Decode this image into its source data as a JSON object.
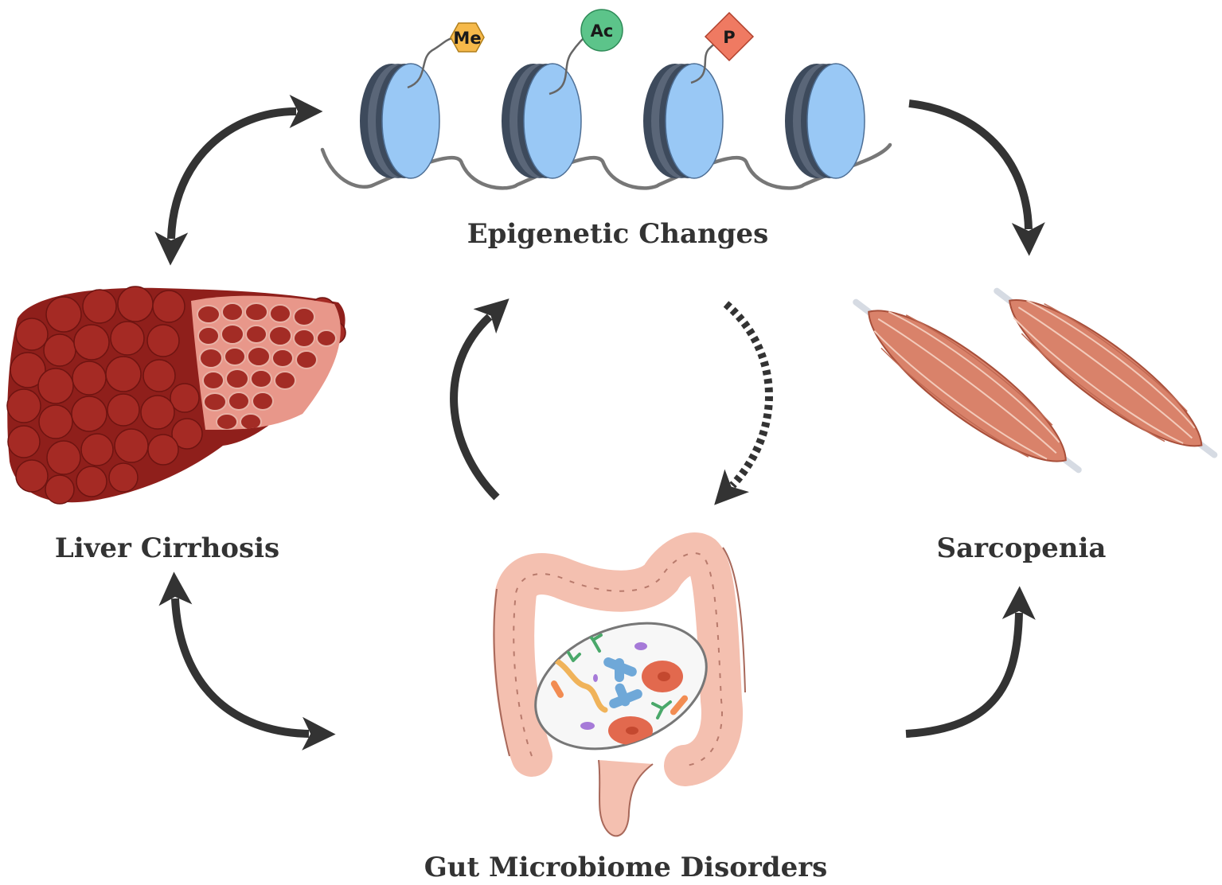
{
  "labels": {
    "epigenetic": "Epigenetic Changes",
    "liver": "Liver Cirrhosis",
    "sarcopenia": "Sarcopenia",
    "gut": "Gut Microbiome Disorders"
  },
  "modifications": [
    {
      "text": "Me",
      "shape": "hexagon",
      "color": "#f6b94a"
    },
    {
      "text": "Ac",
      "shape": "circle",
      "color": "#5cc48a"
    },
    {
      "text": "P",
      "shape": "diamond",
      "color": "#ef7a62"
    }
  ],
  "colors": {
    "arrow": "#333333",
    "histone": "#99c8f5",
    "histone_band": "#3d4a5c",
    "dna": "#777777",
    "liver": "#8f1f1b",
    "liver_cut": "#e8978a",
    "muscle": "#d9826a",
    "colon": "#f4c0b0"
  },
  "icons": [
    "nucleosome-icon",
    "liver-icon",
    "muscle-icon",
    "colon-icon",
    "microbe-icon"
  ]
}
